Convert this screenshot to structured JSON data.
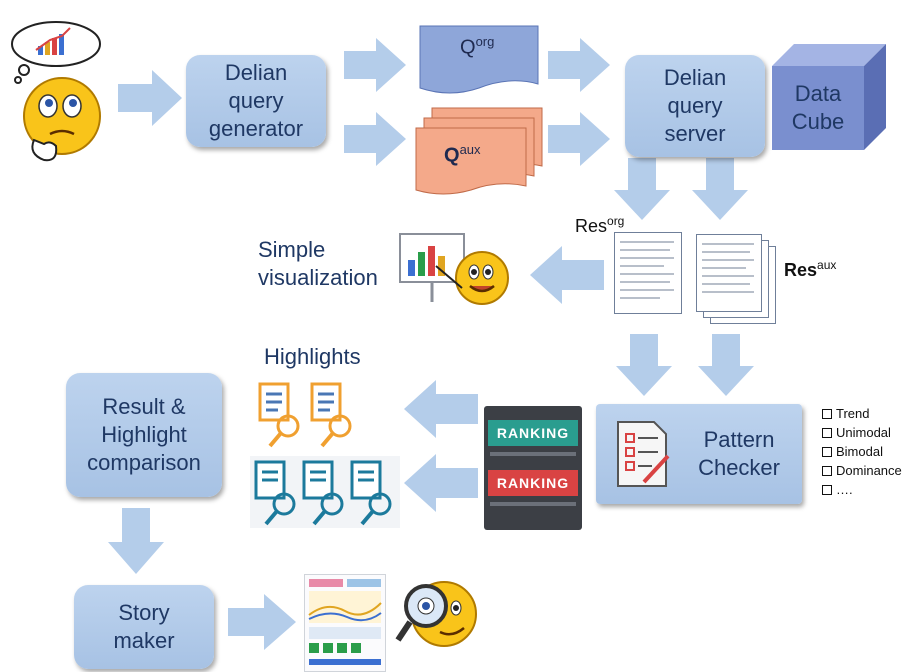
{
  "boxes": {
    "query_generator": "Delian\nquery\ngenerator",
    "query_server": "Delian\nquery\nserver",
    "data_cube": "Data\nCube",
    "pattern_checker": "Pattern\nChecker",
    "result_comparison": "Result &\nHighlight\ncomparison",
    "story_maker": "Story\nmaker"
  },
  "queries": {
    "q_org_base": "Q",
    "q_org_sup": "org",
    "q_aux_base": "Q",
    "q_aux_sup": "aux"
  },
  "results": {
    "res_org_base": "Res",
    "res_org_sup": "org",
    "res_aux_base": "Res",
    "res_aux_sup": "aux"
  },
  "labels": {
    "simple_visualization": "Simple\nvisualization",
    "highlights": "Highlights",
    "ranking": "RANKING"
  },
  "pattern_types": [
    "Trend",
    "Unimodal",
    "Bimodal",
    "Dominance",
    "…."
  ],
  "colors": {
    "box_fill": "#a7c2e4",
    "arrow_fill": "#b4cdea",
    "q_org_fill": "#8ea6d9",
    "q_aux_fill": "#f4a98a",
    "cube_fill": "#7a8fcf",
    "ranking_teal": "#2a9d8f",
    "ranking_red": "#d94343"
  },
  "icons": [
    "thinking-smiley-icon",
    "chart-bubble-icon",
    "presenting-smiley-icon",
    "highlight-doc-icon",
    "magnifier-smiley-icon",
    "pattern-checklist-icon",
    "dashboard-thumbnail-icon"
  ]
}
